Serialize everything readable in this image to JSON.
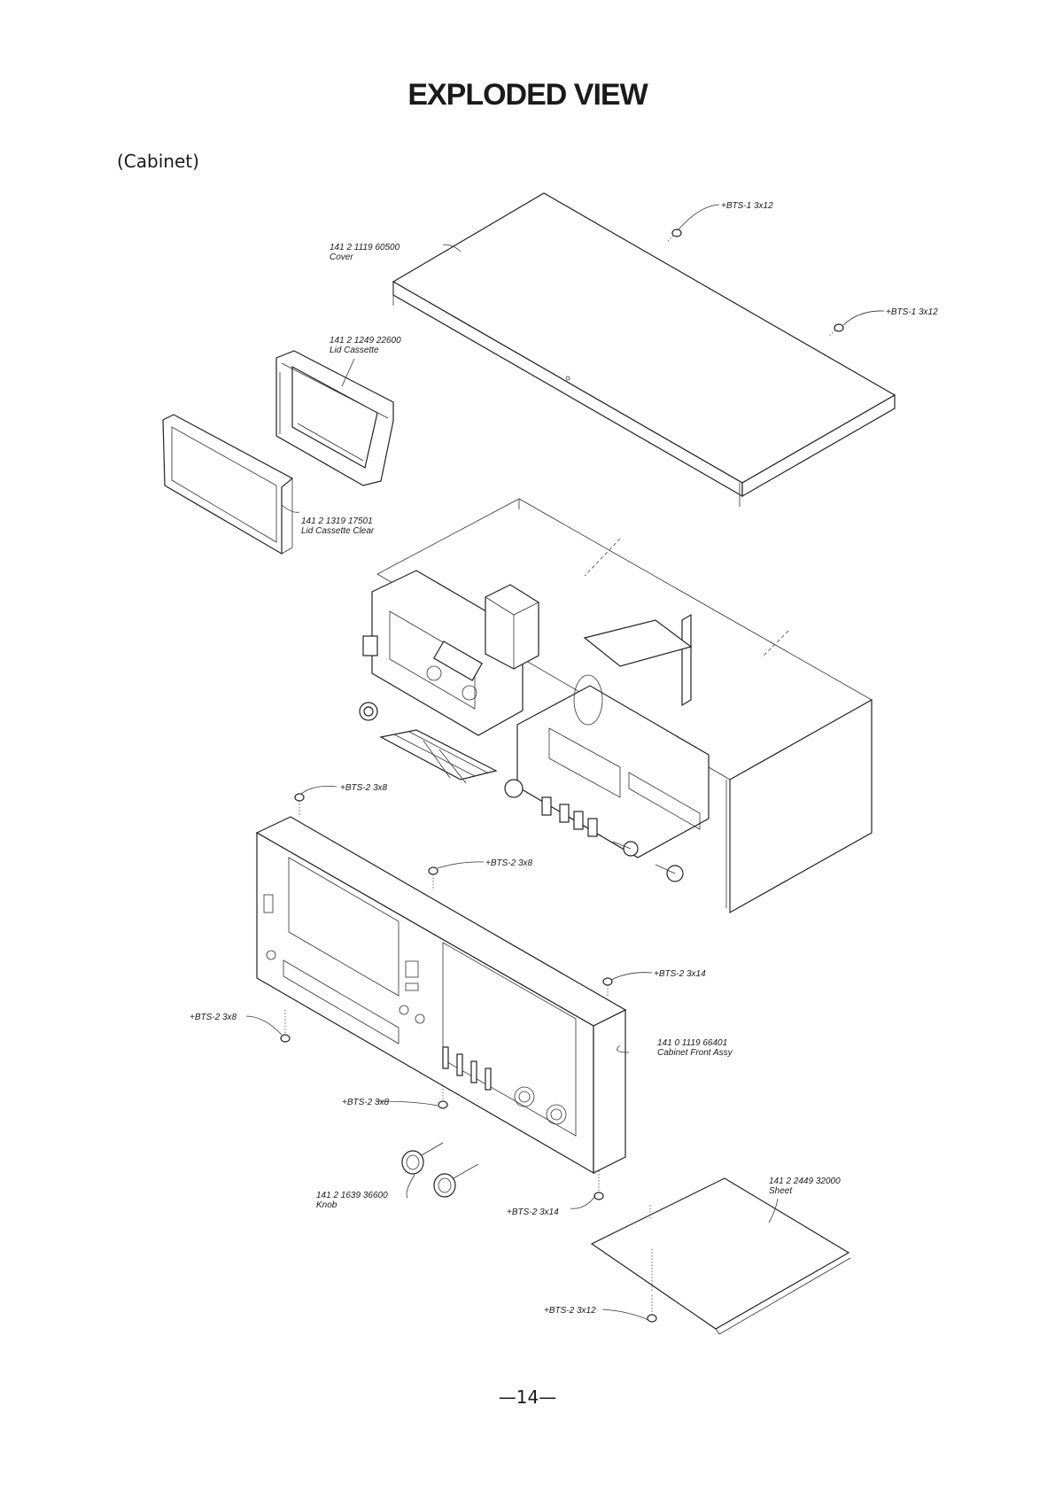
{
  "page": {
    "title": "EXPLODED VIEW",
    "section": "(Cabinet)",
    "page_number": "—14—"
  },
  "callouts": {
    "cover_part": "141 2 1119 60500",
    "cover_name": "Cover",
    "screw_top_1": "+BTS-1 3x12",
    "screw_top_2": "+BTS-1 3x12",
    "lid_part": "141 2 1249 22600",
    "lid_name": "Lid Cassette",
    "lid_clear_part": "141 2 1319 17501",
    "lid_clear_name": "Lid Cassette Clear",
    "screw_front_left_top": "+BTS-2 3x8",
    "screw_front_mid_top": "+BTS-2 3x8",
    "screw_front_right_top": "+BTS-2 3x14",
    "screw_front_left_bottom": "+BTS-2 3x8",
    "front_part": "141 0 1119 66401",
    "front_name": "Cabinet Front Assy",
    "screw_front_mid_bottom": "+BTS-2 3x8",
    "knob_part": "141 2 1639 36600",
    "knob_name": "Knob",
    "screw_front_right_bottom": "+BTS-2 3x14",
    "sheet_part": "141 2 2449 32000",
    "sheet_name": "Sheet",
    "screw_sheet": "+BTS-2 3x12"
  }
}
